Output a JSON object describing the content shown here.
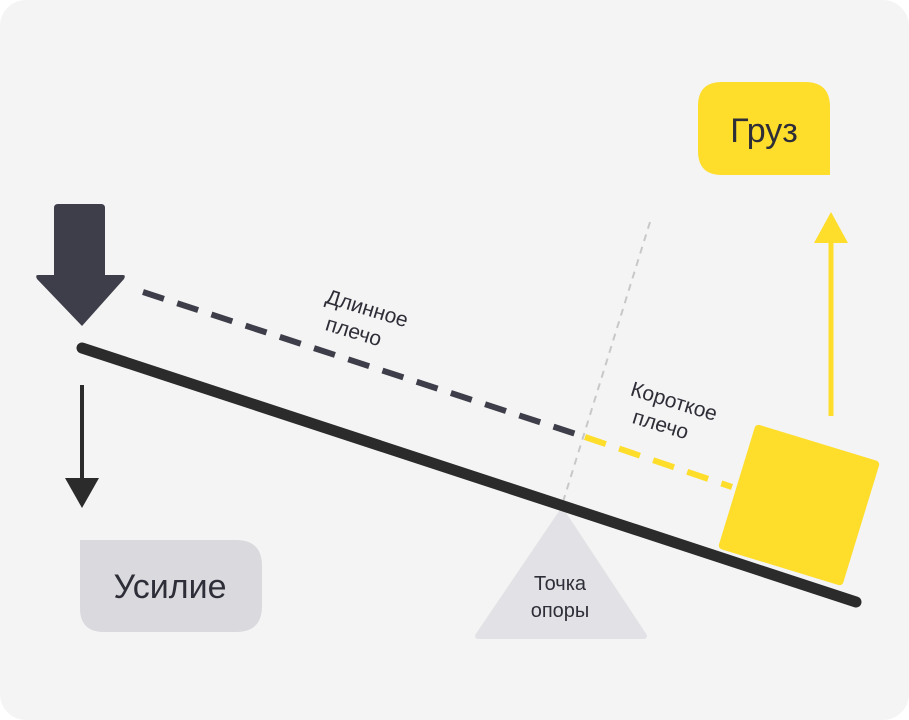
{
  "labels": {
    "load": "Груз",
    "effort": "Усилие",
    "long_arm": [
      "Длинное",
      "плечо"
    ],
    "short_arm": [
      "Короткое",
      "плечо"
    ],
    "fulcrum": [
      "Точка",
      "опоры"
    ]
  },
  "colors": {
    "background": "#f4f4f4",
    "dark": "#3e3e4a",
    "lever": "#2b2b2b",
    "yellow": "#fedd2b",
    "gray_badge": "#d9d9de",
    "fulcrum": "#e2e2e6",
    "guide": "#c8c8c8"
  }
}
